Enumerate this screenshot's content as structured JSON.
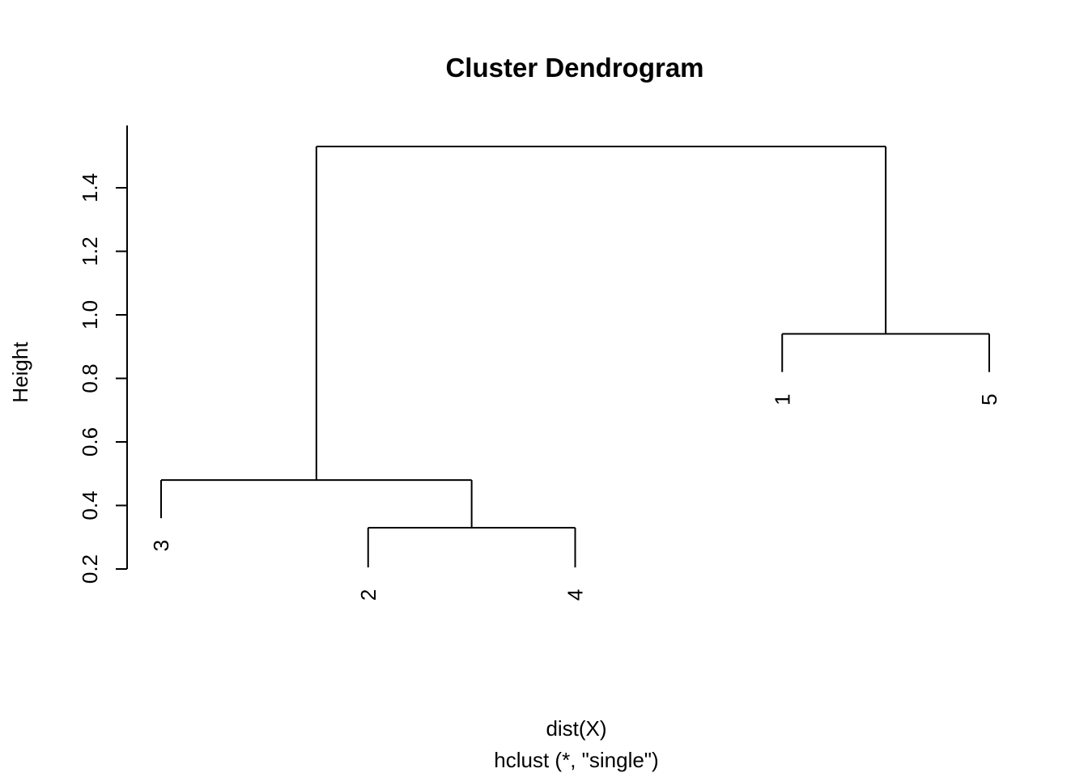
{
  "chart_data": {
    "type": "dendrogram",
    "title": "Cluster Dendrogram",
    "ylabel": "Height",
    "xlabel": "dist(X)",
    "sub": "hclust (*, \"single\")",
    "ylim": [
      0.2,
      1.6
    ],
    "grid": false,
    "yticks": [
      {
        "value": 0.2,
        "label": "0.2"
      },
      {
        "value": 0.4,
        "label": "0.4"
      },
      {
        "value": 0.6,
        "label": "0.6"
      },
      {
        "value": 0.8,
        "label": "0.8"
      },
      {
        "value": 1.0,
        "label": "1.0"
      },
      {
        "value": 1.2,
        "label": "1.2"
      },
      {
        "value": 1.4,
        "label": "1.4"
      }
    ],
    "leaf_order": [
      "3",
      "2",
      "4",
      "1",
      "5"
    ],
    "merges": [
      {
        "cluster": "(2,4)",
        "height": 0.33
      },
      {
        "cluster": "(3,(2,4))",
        "height": 0.48
      },
      {
        "cluster": "(1,5)",
        "height": 0.94
      },
      {
        "cluster": "((3,(2,4)),(1,5))",
        "height": 1.53
      }
    ],
    "tree": {
      "height": 1.53,
      "children": [
        {
          "height": 0.48,
          "children": [
            {
              "leaf": "3",
              "stub_bottom": 0.36
            },
            {
              "height": 0.33,
              "children": [
                {
                  "leaf": "2",
                  "stub_bottom": 0.205
                },
                {
                  "leaf": "4",
                  "stub_bottom": 0.205
                }
              ]
            }
          ]
        },
        {
          "height": 0.94,
          "children": [
            {
              "leaf": "1",
              "stub_bottom": 0.82
            },
            {
              "leaf": "5",
              "stub_bottom": 0.82
            }
          ]
        }
      ]
    },
    "colors": {
      "foreground": "#000000",
      "background": "#ffffff"
    }
  }
}
